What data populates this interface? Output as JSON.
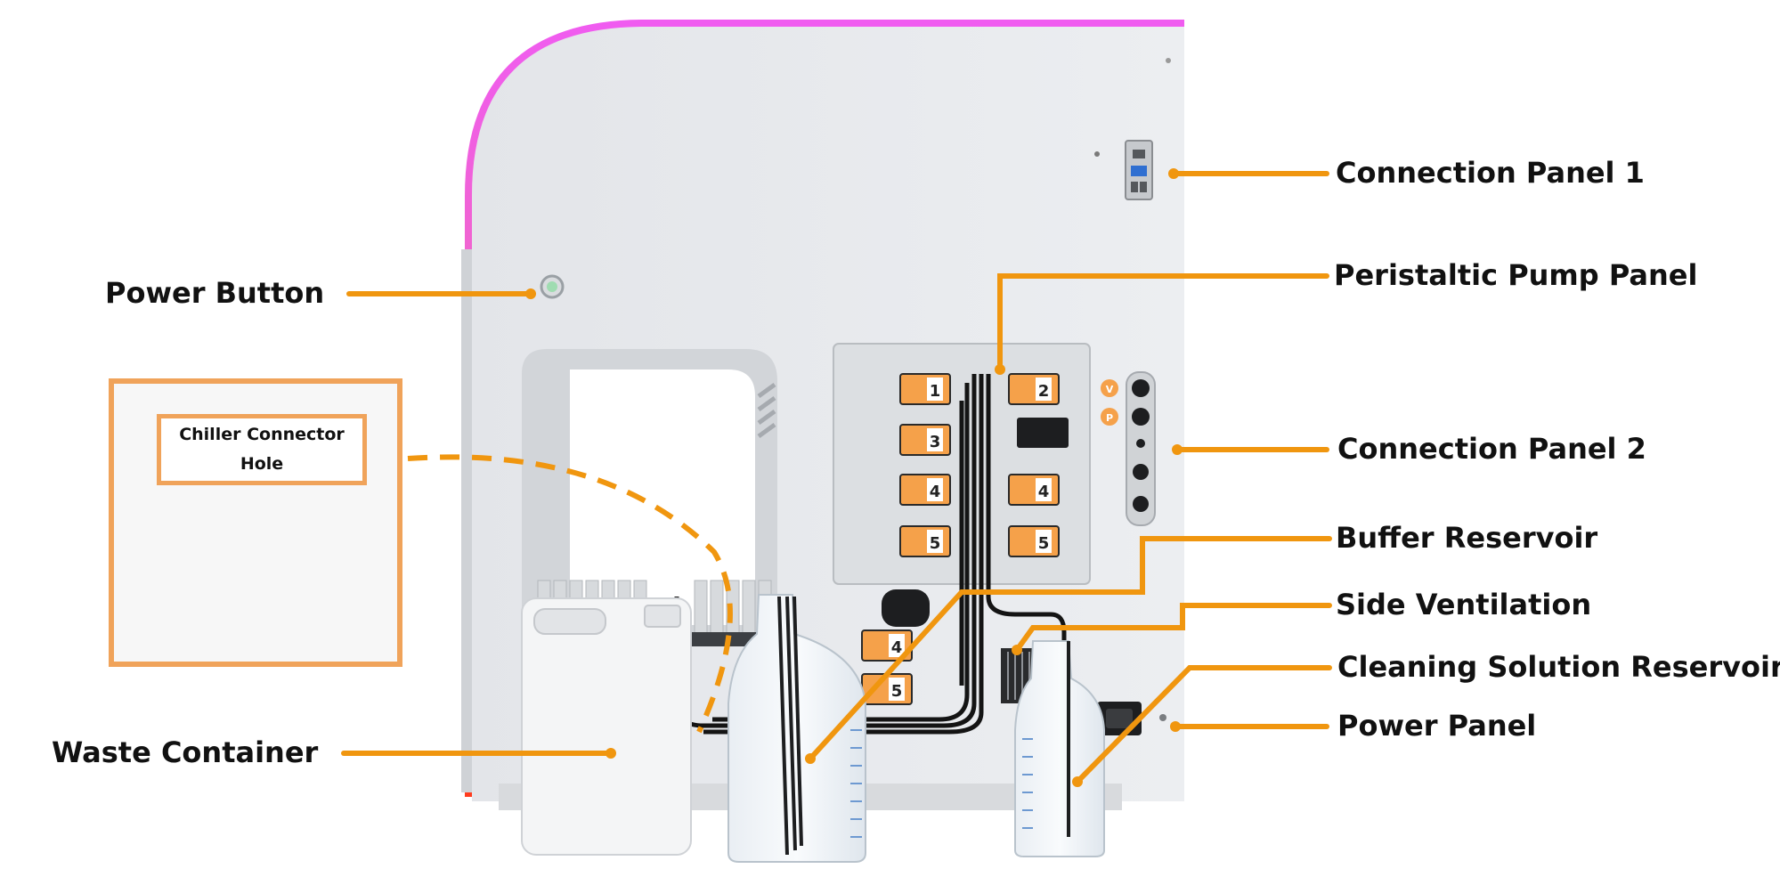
{
  "colors": {
    "accent_orange": "#f0960f",
    "inset_border": "#f0a35a",
    "gradient_top": "#f05cf0",
    "gradient_bottom": "#ff3c1e",
    "machine_body": "#e8e9ec"
  },
  "callouts": {
    "power_button": "Power Button",
    "connection_panel_1": "Connection Panel 1",
    "peristaltic_pump_panel": "Peristaltic Pump Panel",
    "connection_panel_2": "Connection Panel 2",
    "buffer_reservoir": "Buffer Reservoir",
    "side_ventilation": "Side Ventilation",
    "cleaning_solution_reservoir": "Cleaning Solution Reservoir",
    "power_panel": "Power Panel",
    "waste_container": "Waste Container"
  },
  "inset": {
    "label": "Chiller Connector Hole"
  },
  "pump_stations": [
    {
      "number": "1"
    },
    {
      "number": "2"
    },
    {
      "number": "3"
    },
    {
      "number": "4"
    },
    {
      "number": "4"
    },
    {
      "number": "5"
    },
    {
      "number": "5"
    },
    {
      "number": "4"
    },
    {
      "number": "5"
    }
  ],
  "panel_buttons": {
    "v": "V",
    "p": "P"
  }
}
